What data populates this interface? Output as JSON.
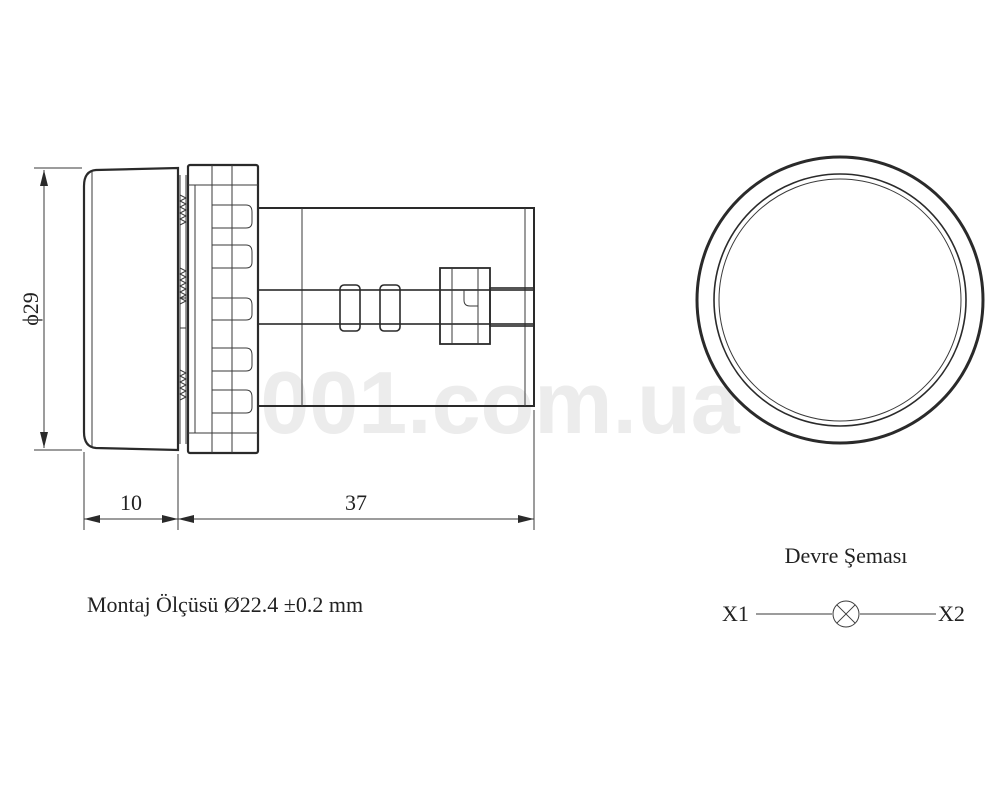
{
  "watermark": "001.com.ua",
  "dimensions": {
    "diameter": "ϕ29",
    "front_length": "10",
    "body_length": "37"
  },
  "mounting_note": "Montaj Ölçüsü Ø22.4 ±0.2 mm",
  "circuit": {
    "title": "Devre Şeması",
    "terminal_left": "X1",
    "terminal_right": "X2"
  },
  "colors": {
    "line": "#2a2a2a",
    "watermark": "#eeeeee"
  }
}
